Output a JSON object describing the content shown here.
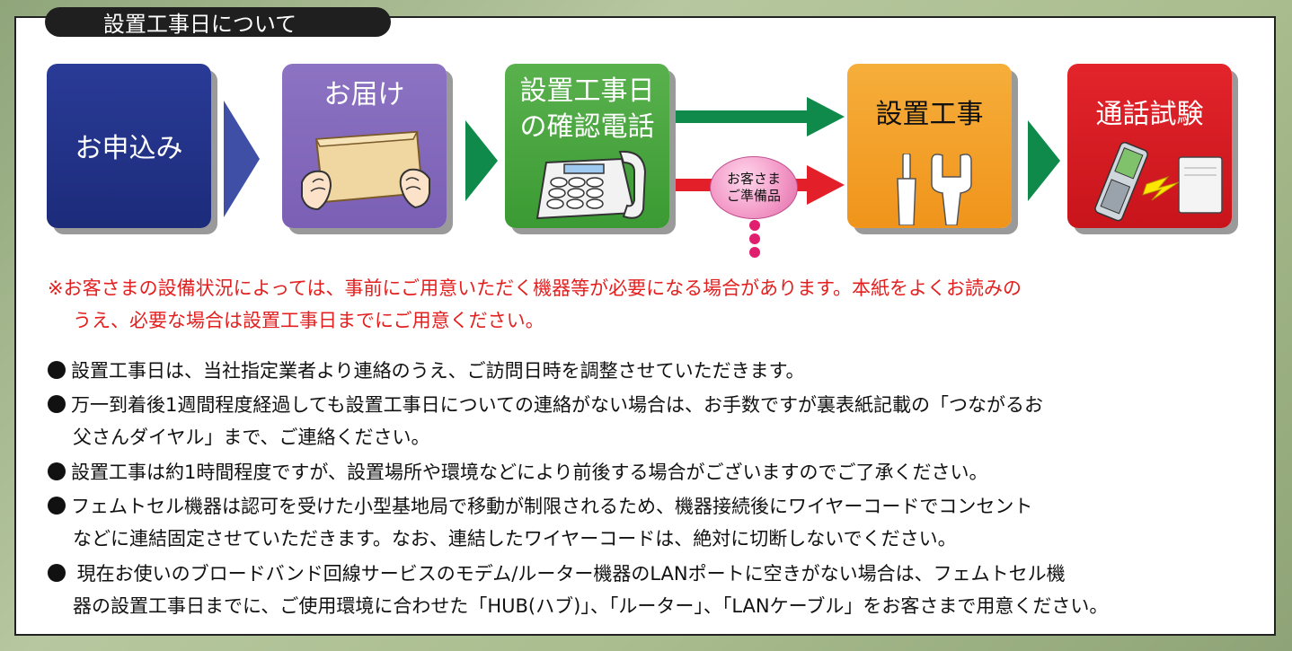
{
  "section_title": "設置工事日について",
  "steps": [
    {
      "label": "お申込み",
      "color": "#1f2f86"
    },
    {
      "label": "お届け",
      "color": "#8368bb"
    },
    {
      "label_line1": "設置工事日",
      "label_line2": "の確認電話",
      "color": "#4aa540"
    },
    {
      "label": "設置工事",
      "color": "#f3a22c"
    },
    {
      "label": "通話試験",
      "color": "#d51c22"
    }
  ],
  "bubble": {
    "line1": "お客さま",
    "line2": "ご準備品"
  },
  "note": {
    "line1": "※お客さまの設備状況によっては、事前にご用意いただく機器等が必要になる場合があります。本紙をよくお読みの",
    "line2": "うえ、必要な場合は設置工事日までにご用意ください。"
  },
  "bullets": [
    {
      "text": "設置工事日は、当社指定業者より連絡のうえ、ご訪問日時を調整させていただきます。"
    },
    {
      "text": "万一到着後1週間程度経過しても設置工事日についての連絡がない場合は、お手数ですが裏表紙記載の「つながるお",
      "cont": "父さんダイヤル」まで、ご連絡ください。"
    },
    {
      "text": "設置工事は約1時間程度ですが、設置場所や環境などにより前後する場合がございますのでご了承ください。"
    },
    {
      "text": "フェムトセル機器は認可を受けた小型基地局で移動が制限されるため、機器接続後にワイヤーコードでコンセント",
      "cont": "などに連結固定させていただきます。なお、連結したワイヤーコードは、絶対に切断しないでください。"
    },
    {
      "text": " 現在お使いのブロードバンド回線サービスのモデム/ルーター機器のLANポートに空きがない場合は、フェムトセル機",
      "cont": "器の設置工事日までに、ご使用環境に合わせた「HUB(ハブ)」、「ルーター」、「LANケーブル」をお客さまで用意ください。"
    }
  ],
  "accent_colors": {
    "note_red": "#e32020",
    "arrow_green": "#0f8a4a",
    "arrow_red": "#e3202a",
    "arrow_navy": "#2a3b97"
  }
}
